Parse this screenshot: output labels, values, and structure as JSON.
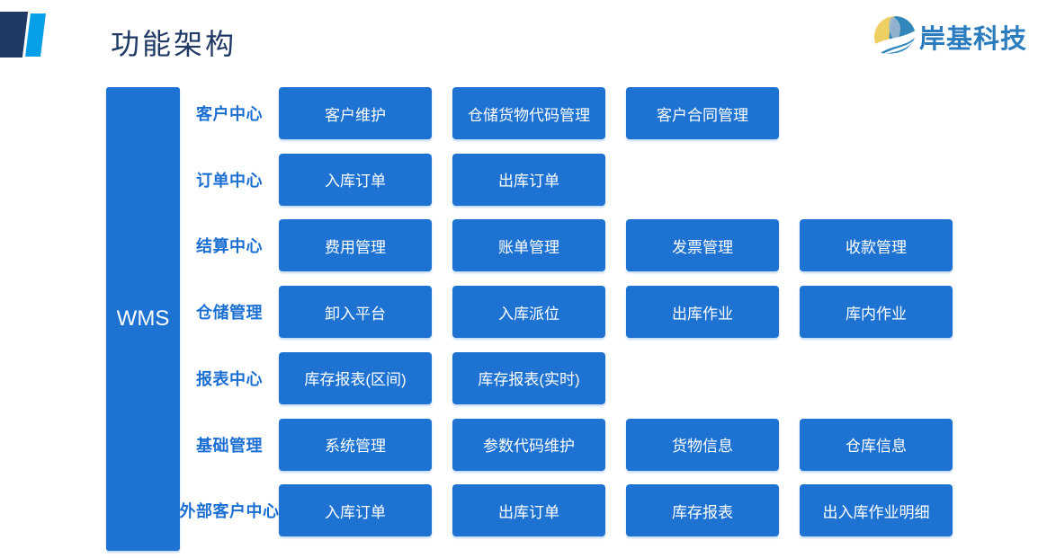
{
  "title": "功能架构",
  "logo": {
    "text": "岸基科技"
  },
  "root_label": "WMS",
  "rows": [
    {
      "label": "客户中心",
      "items": [
        "客户维护",
        "仓储货物代码管理",
        "客户合同管理"
      ]
    },
    {
      "label": "订单中心",
      "items": [
        "入库订单",
        "出库订单"
      ]
    },
    {
      "label": "结算中心",
      "items": [
        "费用管理",
        "账单管理",
        "发票管理",
        "收款管理"
      ]
    },
    {
      "label": "仓储管理",
      "items": [
        "卸入平台",
        "入库派位",
        "出库作业",
        "库内作业"
      ]
    },
    {
      "label": "报表中心",
      "items": [
        "库存报表(区间)",
        "库存报表(实时)"
      ]
    },
    {
      "label": "基础管理",
      "items": [
        "系统管理",
        "参数代码维护",
        "货物信息",
        "仓库信息"
      ]
    },
    {
      "label": "外部客户中心",
      "items": [
        "入库订单",
        "出库订单",
        "库存报表",
        "出入库作业明细"
      ]
    }
  ],
  "colors": {
    "box_blue": "#1E73D2",
    "label_blue": "#1C6FD2",
    "title_navy": "#1F3864",
    "deco_dark": "#1F3864",
    "deco_light": "#069FE8",
    "logo_blue": "#2A7CBF",
    "logo_yellow": "#EECF62",
    "logo_mark_blue": "#3187BB",
    "logo_mark_lightblue": "#9DB8D2"
  }
}
